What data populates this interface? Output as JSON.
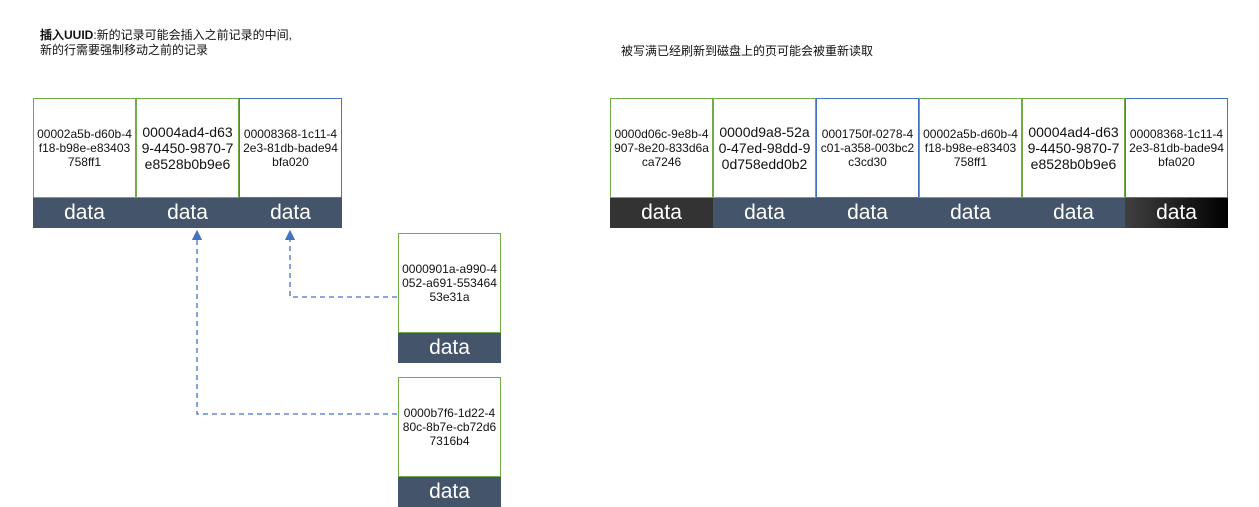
{
  "left_caption": {
    "bold": "插入UUID",
    "line1": ":新的记录可能会插入之前记录的中间,",
    "line2": "新的行需要强制移动之前的记录"
  },
  "right_caption": "被写满已经刷新到磁盘上的页可能会被重新读取",
  "left_page": [
    {
      "uuid": "00002a5b-d60b-4f18-b98e-e83403758ff1",
      "data": "data"
    },
    {
      "uuid": "00004ad4-d639-4450-9870-7e8528b0b9e6",
      "data": "data"
    },
    {
      "uuid": "00008368-1c11-42e3-81db-bade94bfa020",
      "data": "data"
    }
  ],
  "inserted": [
    {
      "uuid": "0000901a-a990-4052-a691-55346453e31a",
      "data": "data"
    },
    {
      "uuid": "0000b7f6-1d22-480c-8b7e-cb72d67316b4",
      "data": "data"
    }
  ],
  "right_page": [
    {
      "uuid": "0000d06c-9e8b-4907-8e20-833d6aca7246",
      "data": "data"
    },
    {
      "uuid": "0000d9a8-52a0-47ed-98dd-90d758edd0b2",
      "data": "data"
    },
    {
      "uuid": "0001750f-0278-4c01-a358-003bc2c3cd30",
      "data": "data"
    },
    {
      "uuid": "00002a5b-d60b-4f18-b98e-e83403758ff1",
      "data": "data"
    },
    {
      "uuid": "00004ad4-d639-4450-9870-7e8528b0b9e6",
      "data": "data"
    },
    {
      "uuid": "00008368-1c11-42e3-81db-bade94bfa020",
      "data": "data"
    }
  ],
  "colors": {
    "green_border": "#70ad47",
    "blue_border": "#4472c4",
    "data_navy": "#44546a",
    "data_black": "#333333",
    "arrow": "#4472c4"
  }
}
